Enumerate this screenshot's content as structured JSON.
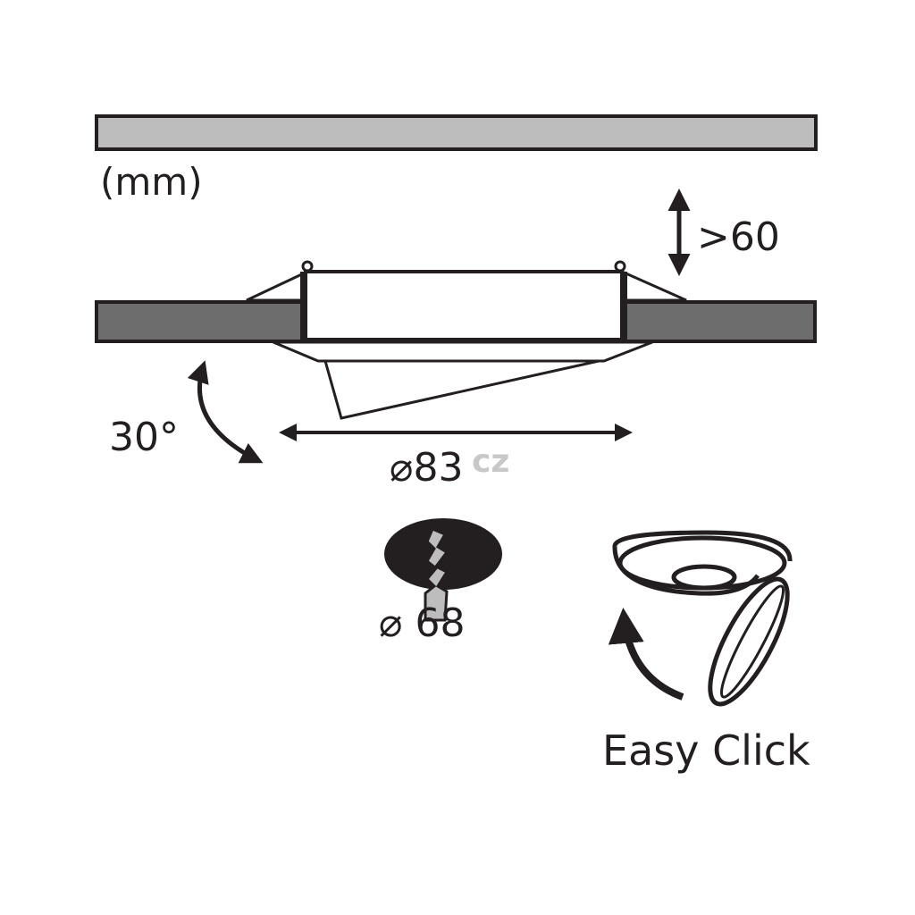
{
  "units_label": "(mm)",
  "clearance_label": ">60",
  "tilt_label": "30°",
  "diameter_label": "⌀83",
  "cutout_label": "⌀ 68",
  "watermark": "cz",
  "easy_click_label": "Easy Click",
  "colors": {
    "ink": "#231f20",
    "ceiling_gray": "#bdbdbd",
    "panel_dark": "#6d6d6d",
    "cutout_black": "#231f20",
    "saw_gray": "#bdbdbd",
    "watermark": "#c8c8c8"
  },
  "icons": [
    "double-arrow-icon",
    "curved-arrow-icon",
    "saw-cut-icon",
    "easy-click-ring-icon"
  ]
}
